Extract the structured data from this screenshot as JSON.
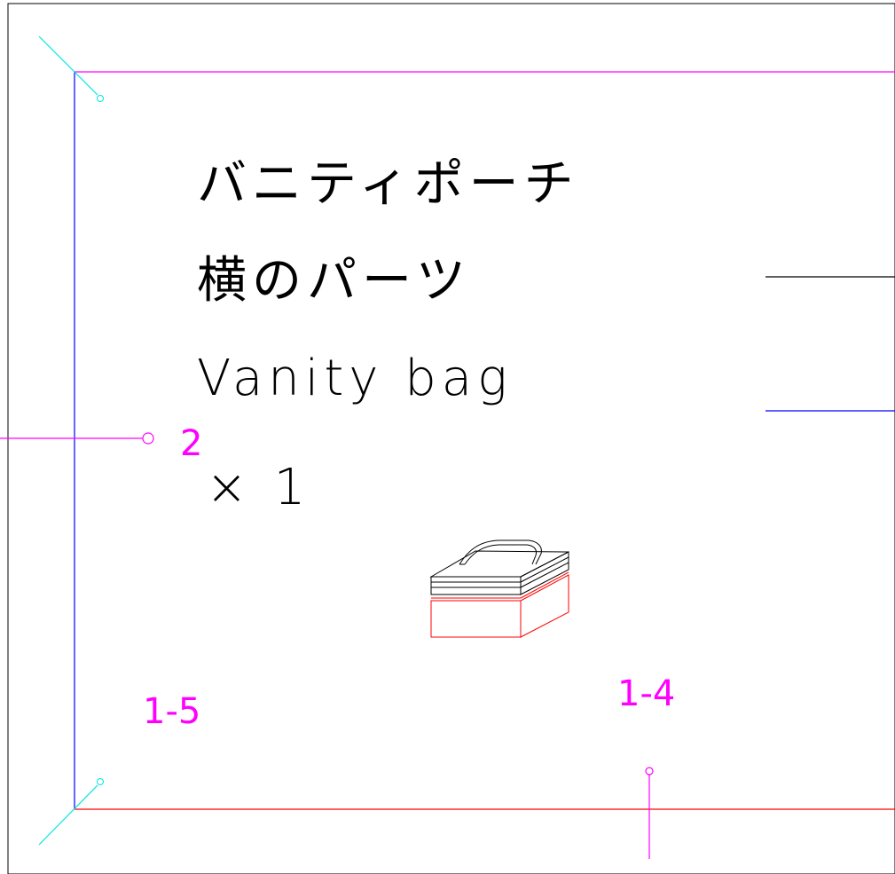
{
  "title_jp": "バニティポーチ",
  "subtitle_jp": "横のパーツ",
  "title_en": "Vanity bag",
  "quantity": "× 1",
  "point_labels": {
    "left_point": "2",
    "bottom_left": "1-5",
    "bottom_mid": "1-4"
  },
  "colors": {
    "outline_top": "#ff00ff",
    "outline_left": "#0000ff",
    "outline_bottom": "#ff0000",
    "corner_marks": "#00e5e5",
    "labels": "#ff00ff",
    "bag_lower": "#ff0000",
    "bag_upper": "#000000"
  }
}
